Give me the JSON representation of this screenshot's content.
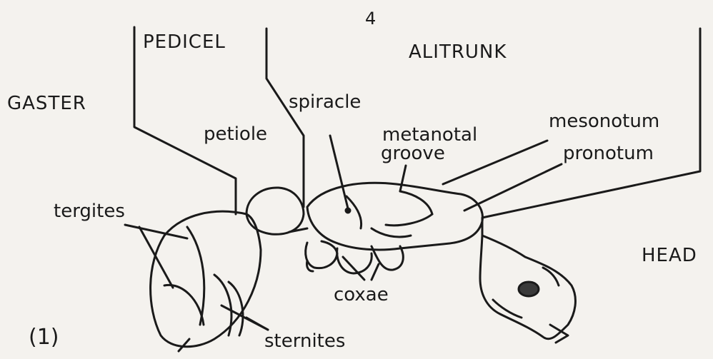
{
  "page_number": "4",
  "figure_number": "(1)",
  "regions": {
    "pedicel": "PEDICEL",
    "alitrunk": "ALITRUNK",
    "gaster": "GASTER",
    "head": "HEAD"
  },
  "parts": {
    "spiracle": "spiracle",
    "petiole": "petiole",
    "metanotal_groove_line1": "metanotal",
    "metanotal_groove_line2": "groove",
    "mesonotum": "mesonotum",
    "pronotum": "pronotum",
    "tergites": "tergites",
    "coxae": "coxae",
    "sternites": "sternites"
  }
}
